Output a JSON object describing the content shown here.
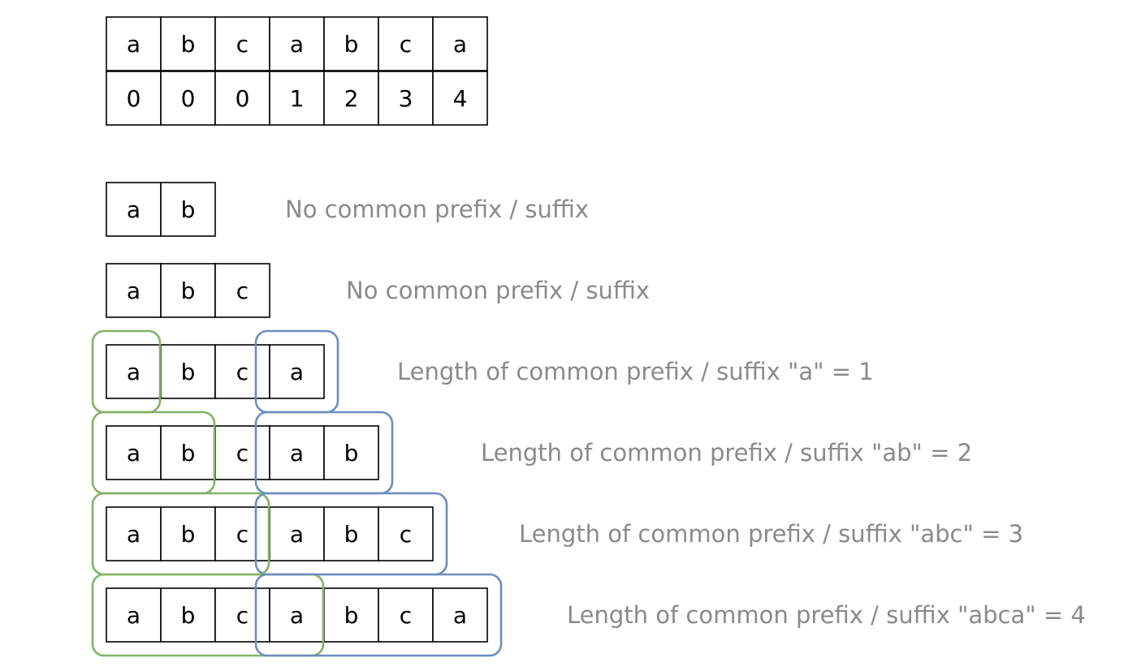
{
  "lps_table": {
    "chars": [
      "a",
      "b",
      "c",
      "a",
      "b",
      "c",
      "a"
    ],
    "values": [
      "0",
      "0",
      "0",
      "1",
      "2",
      "3",
      "4"
    ]
  },
  "rows": [
    {
      "chars": [
        "a",
        "b"
      ],
      "caption": "No common prefix / suffix",
      "prefix_len": 0
    },
    {
      "chars": [
        "a",
        "b",
        "c"
      ],
      "caption": "No common prefix / suffix",
      "prefix_len": 0
    },
    {
      "chars": [
        "a",
        "b",
        "c",
        "a"
      ],
      "caption": "Length of common prefix / suffix \"a\" = 1",
      "prefix_len": 1
    },
    {
      "chars": [
        "a",
        "b",
        "c",
        "a",
        "b"
      ],
      "caption": "Length of common prefix / suffix \"ab\" = 2",
      "prefix_len": 2
    },
    {
      "chars": [
        "a",
        "b",
        "c",
        "a",
        "b",
        "c"
      ],
      "caption": "Length of common prefix / suffix \"abc\" = 3",
      "prefix_len": 3
    },
    {
      "chars": [
        "a",
        "b",
        "c",
        "a",
        "b",
        "c",
        "a"
      ],
      "caption": "Length of common prefix / suffix \"abca\" = 4",
      "prefix_len": 4
    }
  ],
  "colors": {
    "prefix_highlight": "#82b366",
    "suffix_highlight": "#6c8ebf",
    "caption_text": "#8a8a8a",
    "cell_border": "#000000"
  }
}
